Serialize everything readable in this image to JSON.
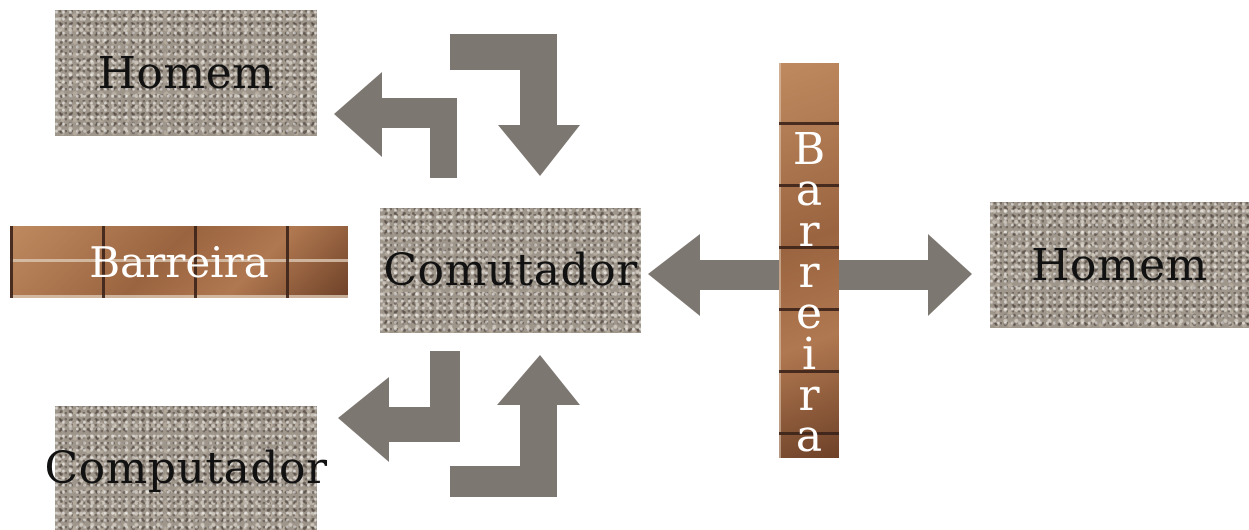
{
  "nodes": {
    "homem_top": "Homem",
    "barreira_left": "Barreira",
    "comutador": "Comutador",
    "computador": "Computador",
    "homem_right": "Homem",
    "barreira_vertical": "Barreira"
  },
  "colors": {
    "arrow": "#7d7772",
    "stone": "#9f968b",
    "brick": "#8a5a3a"
  }
}
